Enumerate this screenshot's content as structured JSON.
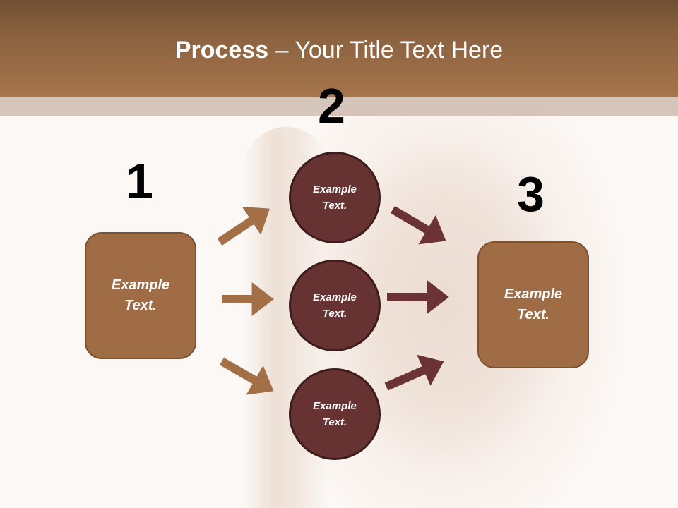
{
  "slide": {
    "title_bold": "Process",
    "title_rest": " – Your Title Text Here"
  },
  "steps": [
    {
      "number": "1",
      "label_line1": "Example",
      "label_line2": "Text."
    },
    {
      "number": "2",
      "circles": [
        {
          "label_line1": "Example",
          "label_line2": "Text."
        },
        {
          "label_line1": "Example",
          "label_line2": "Text."
        },
        {
          "label_line1": "Example",
          "label_line2": "Text."
        }
      ]
    },
    {
      "number": "3",
      "label_line1": "Example",
      "label_line2": "Text."
    }
  ],
  "colors": {
    "header_top": "#714f33",
    "header_bottom": "#a6754b",
    "box_fill": "#a06c45",
    "circle_fill": "#673232",
    "arrow_left": "#a36f46",
    "arrow_right": "#6b3333"
  }
}
